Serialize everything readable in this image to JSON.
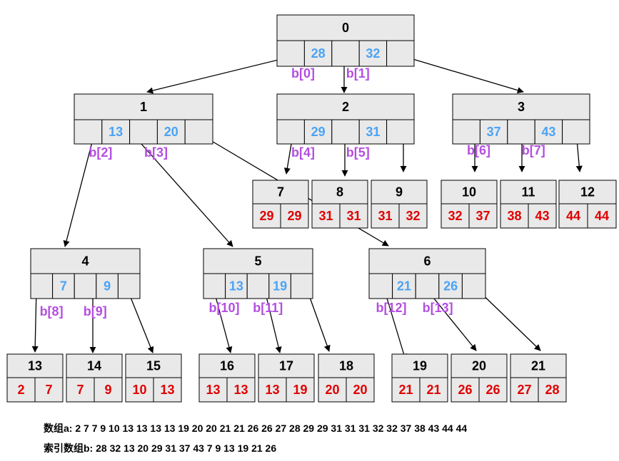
{
  "internal_nodes": [
    {
      "id": "0",
      "keys": [
        "28",
        "32"
      ],
      "b_labels": [
        "b[0]",
        "b[1]"
      ]
    },
    {
      "id": "1",
      "keys": [
        "13",
        "20"
      ],
      "b_labels": [
        "b[2]",
        "b[3]"
      ]
    },
    {
      "id": "2",
      "keys": [
        "29",
        "31"
      ],
      "b_labels": [
        "b[4]",
        "b[5]"
      ]
    },
    {
      "id": "3",
      "keys": [
        "37",
        "43"
      ],
      "b_labels": [
        "b[6]",
        "b[7]"
      ]
    },
    {
      "id": "4",
      "keys": [
        "7",
        "9"
      ],
      "b_labels": [
        "b[8]",
        "b[9]"
      ]
    },
    {
      "id": "5",
      "keys": [
        "13",
        "19"
      ],
      "b_labels": [
        "b[10]",
        "b[11]"
      ]
    },
    {
      "id": "6",
      "keys": [
        "21",
        "26"
      ],
      "b_labels": [
        "b[12]",
        "b[13]"
      ]
    }
  ],
  "leaf_nodes": [
    {
      "id": "7",
      "values": [
        "29",
        "29"
      ]
    },
    {
      "id": "8",
      "values": [
        "31",
        "31"
      ]
    },
    {
      "id": "9",
      "values": [
        "31",
        "32"
      ]
    },
    {
      "id": "10",
      "values": [
        "32",
        "37"
      ]
    },
    {
      "id": "11",
      "values": [
        "38",
        "43"
      ]
    },
    {
      "id": "12",
      "values": [
        "44",
        "44"
      ]
    },
    {
      "id": "13",
      "values": [
        "2",
        "7"
      ]
    },
    {
      "id": "14",
      "values": [
        "7",
        "9"
      ]
    },
    {
      "id": "15",
      "values": [
        "10",
        "13"
      ]
    },
    {
      "id": "16",
      "values": [
        "13",
        "13"
      ]
    },
    {
      "id": "17",
      "values": [
        "13",
        "19"
      ]
    },
    {
      "id": "18",
      "values": [
        "20",
        "20"
      ]
    },
    {
      "id": "19",
      "values": [
        "21",
        "21"
      ]
    },
    {
      "id": "20",
      "values": [
        "26",
        "26"
      ]
    },
    {
      "id": "21",
      "values": [
        "27",
        "28"
      ]
    }
  ],
  "footer": {
    "array_a": "数组a: 2 7 7 9 10 13 13 13 13 19 20 20 21 21 26 26 27 28 29 29 31 31 31 32 32 37 38 43 44 44",
    "array_b": "索引数组b: 28 32 13 20 29 31 37 43 7 9 13 19 21 26"
  },
  "colors": {
    "key": "#4aa3f5",
    "leaf_value": "#e00000",
    "b_label": "#b44ee0",
    "box_fill": "#e9e9e9"
  }
}
